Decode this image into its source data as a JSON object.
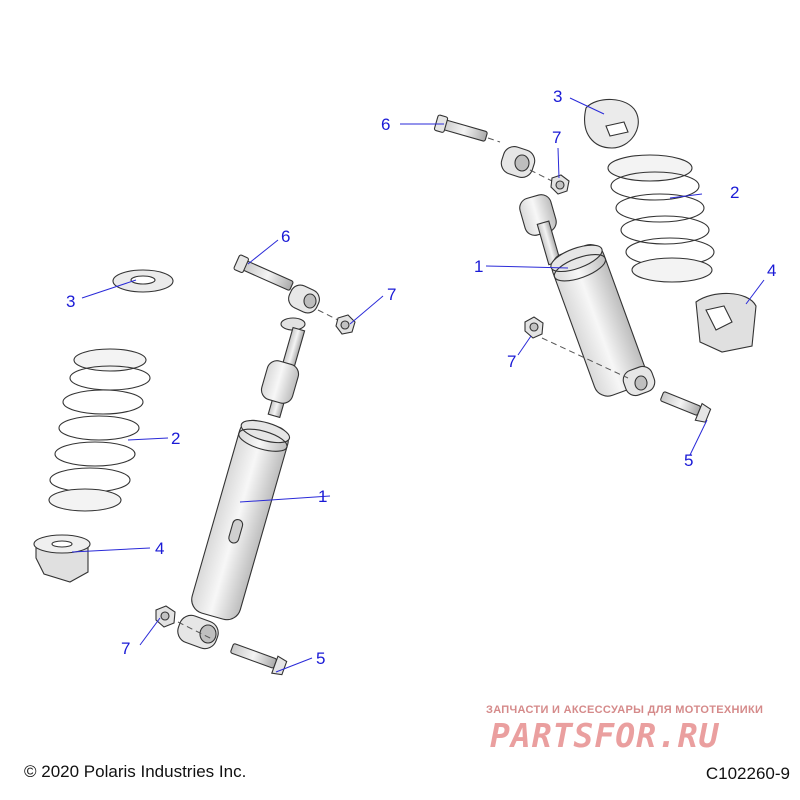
{
  "callouts": {
    "left": {
      "shock": "1",
      "spring": "2",
      "retainer": "3",
      "seat": "4",
      "bolt_lower": "5",
      "bolt_upper": "6",
      "nut_upper": "7",
      "nut_lower": "7"
    },
    "right": {
      "shock": "1",
      "spring": "2",
      "retainer": "3",
      "seat": "4",
      "bolt_lower": "5",
      "bolt_upper": "6",
      "nut_upper": "7",
      "nut_lower": "7"
    }
  },
  "footer": {
    "copyright": "© 2020 Polaris Industries Inc.",
    "figure_id": "C102260-9"
  },
  "watermark": {
    "tagline": "ЗАПЧАСТИ И АКСЕССУАРЫ ДЛЯ МОТОТЕХНИКИ",
    "logo": "PARTSFOR.RU"
  },
  "colors": {
    "callout": "#1a1ad6",
    "part_fill": "#ececec",
    "part_stroke": "#333333",
    "watermark": "#e78f8f"
  }
}
